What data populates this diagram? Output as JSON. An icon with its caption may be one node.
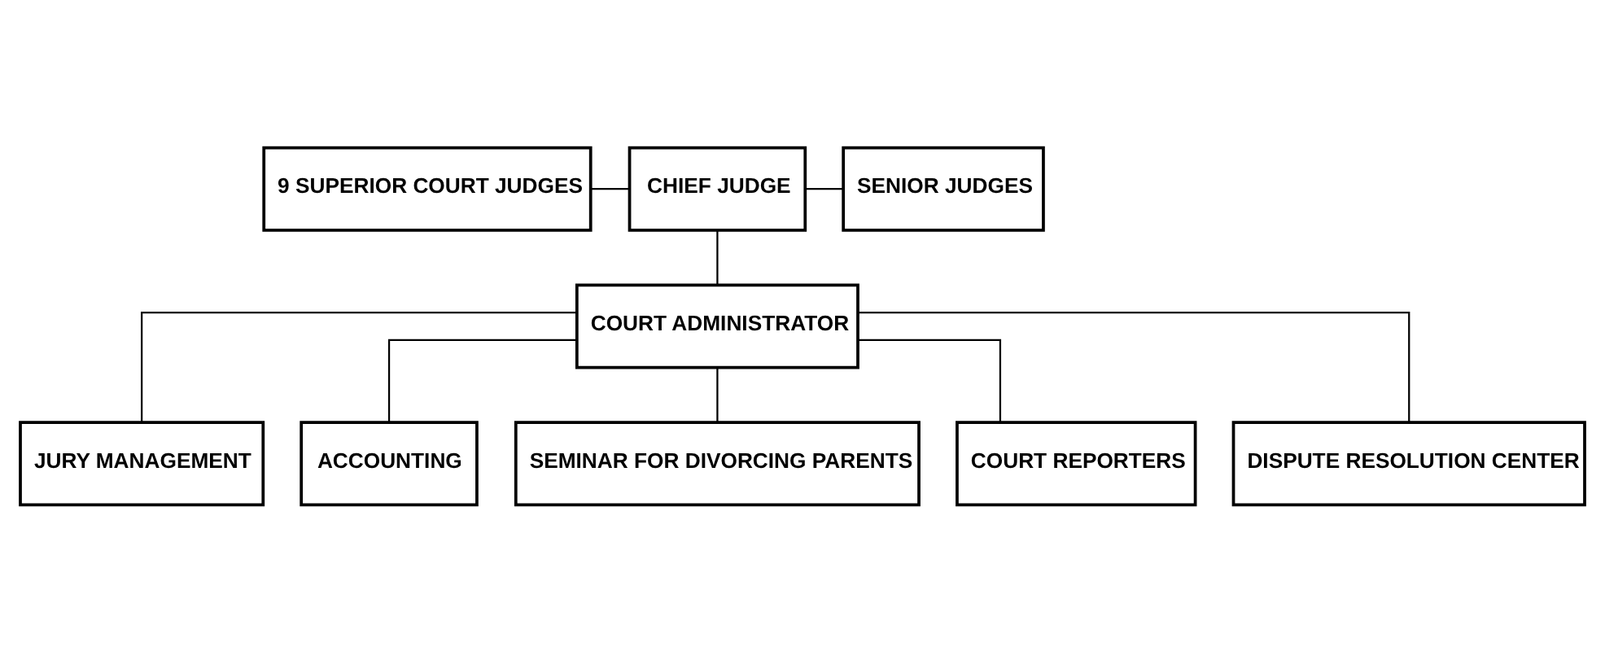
{
  "diagram": {
    "nodes": [
      {
        "text": [
          "9 SUPERIOR COURT JUDGES"
        ]
      },
      {
        "text": [
          "CHIEF JUDGE"
        ]
      },
      {
        "text": [
          "SENIOR JUDGES"
        ]
      },
      {
        "text": [
          "COURT ADMINISTRATOR"
        ]
      },
      {
        "text": [
          "JURY MANAGEMENT"
        ]
      },
      {
        "text": [
          "ACCOUNTING"
        ]
      },
      {
        "text": [
          "SEMINAR FOR DIVORCING PARENTS"
        ]
      },
      {
        "text": [
          "COURT REPORTERS"
        ]
      },
      {
        "text": [
          "DISPUTE RESOLUTION CENTER"
        ]
      }
    ],
    "edges": [
      {
        "from": 0,
        "to": 1,
        "arrow": "none"
      },
      {
        "from": 1,
        "to": 2,
        "arrow": "none"
      },
      {
        "from": 1,
        "to": 3,
        "arrow": "none"
      },
      {
        "from": 3,
        "to": 4,
        "arrow": "none"
      },
      {
        "from": 3,
        "to": 5,
        "arrow": "none"
      },
      {
        "from": 3,
        "to": 6,
        "arrow": "none"
      },
      {
        "from": 3,
        "to": 7,
        "arrow": "none"
      },
      {
        "from": 3,
        "to": 8,
        "arrow": "none"
      }
    ]
  }
}
